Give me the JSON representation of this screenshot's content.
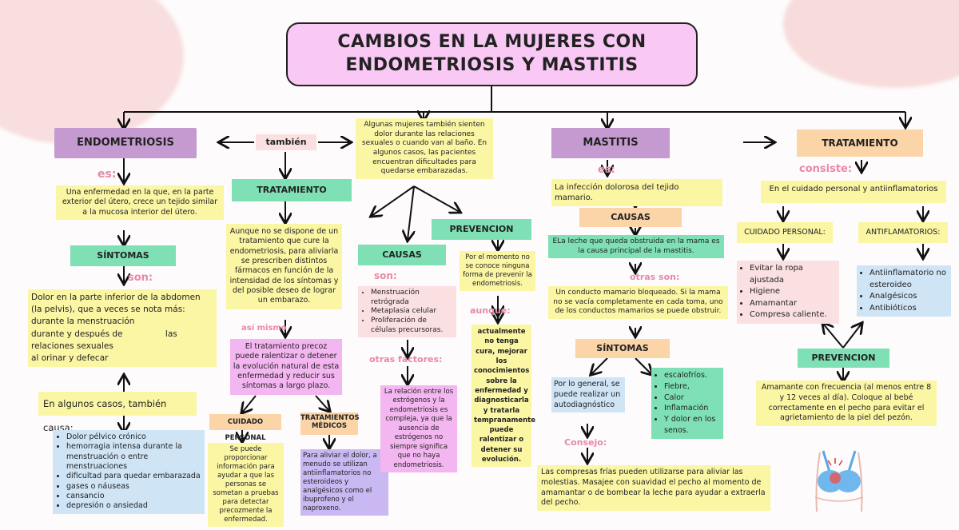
{
  "title": {
    "line1": "CAMBIOS EN LA MUJERES CON",
    "line2": "ENDOMETRIOSIS Y MASTITIS"
  },
  "endometriosis": {
    "header": "ENDOMETRIOSIS",
    "es_label": "es:",
    "definition": "Una enfermedad en la que, en la parte exterior del útero, crece un tejido similar a la mucosa interior del útero.",
    "sintomas_header": "SÍNTOMAS",
    "son_label": "son:",
    "sintomas_text": [
      "Dolor en la parte inferior de la abdomen (la pelvis), que a veces se nota más:",
      "durante la menstruación",
      "durante y después de                las relaciones sexuales",
      "al orinar y defecar"
    ],
    "causa_intro": "En algunos casos, también causa:",
    "causa_items": [
      "Dolor pélvico crónico",
      "hemorragia intensa durante la menstruación o entre menstruaciones",
      "dificultad para quedar embarazada",
      "gases o náuseas",
      "cansancio",
      "depresión o ansiedad"
    ]
  },
  "tambien": "también",
  "algunas": "Algunas mujeres también sienten dolor durante las relaciones sexuales o cuando van al baño. En algunos casos, las pacientes encuentran dificultades para quedarse embarazadas.",
  "tratamiento_left": {
    "header": "TRATAMIENTO",
    "text": "Aunque no se dispone de un tratamiento que cure la endometriosis, para aliviarla se prescriben distintos fármacos en función de la intensidad de los síntomas y del posible deseo de lograr un embarazo.",
    "asi_mismo": "así mismo",
    "precoz": "El tratamiento precoz puede ralentizar o detener la evolución natural de esta enfermedad y reducir sus síntomas a largo plazo.",
    "cuidado_header": "CUIDADO PERSONAL",
    "cuidado_text": "Se puede proporcionar información para ayudar a que las personas se sometan a pruebas para detectar precozmente la enfermedad.",
    "medicos_header": "TRATAMIENTOS MÉDICOS",
    "medicos_text": "Para aliviar el dolor, a menudo se utilizan antiinflamatorios no esteroideos y analgésicos como el ibuprofeno y el naproxeno."
  },
  "causas_left": {
    "header": "CAUSAS",
    "son_label": "son:",
    "items": [
      "Menstruación retrógrada",
      "Metaplasia celular",
      "Proliferación de células precursoras."
    ],
    "otras_label": "otras factores:",
    "otras_text": "La relación entre los estrógenos y la endometriosis es compleja, ya que la ausencia de estrógenos no siempre significa que no haya endometriosis."
  },
  "prevencion_left": {
    "header": "PREVENCION",
    "text": "Por el momento no se conoce ninguna forma de prevenir la endometriosis.",
    "aunque_label": "aunque:",
    "aunque_text": "actualmente no tenga cura, mejorar los conocimientos sobre la enfermedad y diagnosticarla y tratarla tempranamente puede ralentizar o detener su evolución."
  },
  "mastitis": {
    "header": "MASTITIS",
    "es_label": "es:",
    "definition": "La infección dolorosa del tejido mamario.",
    "causas_header": "CAUSAS",
    "causa_text": "ELa leche que queda obstruida en la mama es la causa principal de la mastitis.",
    "otras_son": "otras son:",
    "otras_text": "Un conducto mamario bloqueado. Si la mama no se vacía completamente en cada toma, uno de los conductos mamarios se puede obstruir.",
    "sintomas_header": "SÍNTOMAS",
    "diag_text": "Por lo general, se puede realizar un autodiagnóstico",
    "sint_items": [
      "escalofríos.",
      "Fiebre,",
      "Calor",
      "Inflamación",
      "Y dolor en los senos."
    ],
    "consejo_label": "Consejo:",
    "consejo_text": "Las compresas frías pueden utilizarse para aliviar las molestias. Masajee con suavidad el pecho al momento de amamantar o de bombear la leche para ayudar a extraerla del pecho."
  },
  "tratamiento_right": {
    "header": "TRATAMIENTO",
    "consiste_label": "consiste:",
    "consiste_text": "En el cuidado personal y antiinflamatorios",
    "cuidado_header": "CUIDADO PERSONAL:",
    "cuidado_items": [
      "Evitar la ropa ajustada",
      "Higiene",
      "Amamantar",
      "Compresa caliente."
    ],
    "anti_header": "ANTIFLAMATORIOS:",
    "anti_items": [
      "Antiinflamatorio no esteroideo",
      "Analgésicos",
      "Antibióticos"
    ],
    "prev_header": "PREVENCION",
    "prev_text": "Amamante con frecuencia (al menos entre 8 y 12 veces al día). Coloque al bebé correctamente en el pecho para evitar el agrietamiento de la piel del pezón."
  },
  "colors": {
    "purple": "#c49ad0",
    "green": "#7ee0b4",
    "peach": "#fbd4a8",
    "yellow": "#fbf6a4",
    "pink_title": "#f9c8f4",
    "label_pink": "#e889a6"
  }
}
